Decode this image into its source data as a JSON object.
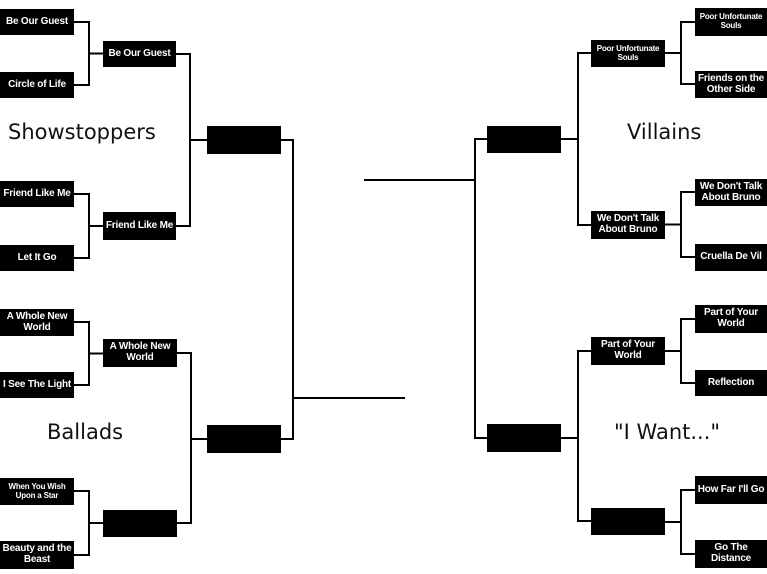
{
  "regions": {
    "showstoppers": "Showstoppers",
    "ballads": "Ballads",
    "villains": "Villains",
    "i_want": "\"I Want...\""
  },
  "bracket": {
    "showstoppers": {
      "round1": [
        "Be Our Guest",
        "Circle of Life",
        "Friend Like Me",
        "Let It Go"
      ],
      "round2": [
        "Be Our Guest",
        "Friend Like Me"
      ],
      "region_winner": ""
    },
    "ballads": {
      "round1": [
        "A Whole New World",
        "I See The Light",
        "When You Wish Upon a Star",
        "Beauty and the Beast"
      ],
      "round2": [
        "A Whole New World",
        ""
      ],
      "region_winner": ""
    },
    "villains": {
      "round1": [
        "Poor Unfortunate Souls",
        "Friends on the Other Side",
        "We Don't Talk About Bruno",
        "Cruella De Vil"
      ],
      "round2": [
        "Poor Unfortunate Souls",
        "We Don't Talk About Bruno"
      ],
      "region_winner": ""
    },
    "i_want": {
      "round1": [
        "Part of Your World",
        "Reflection",
        "How Far I'll Go",
        "Go The Distance"
      ],
      "round2": [
        "Part of Your World",
        ""
      ],
      "region_winner": ""
    }
  }
}
